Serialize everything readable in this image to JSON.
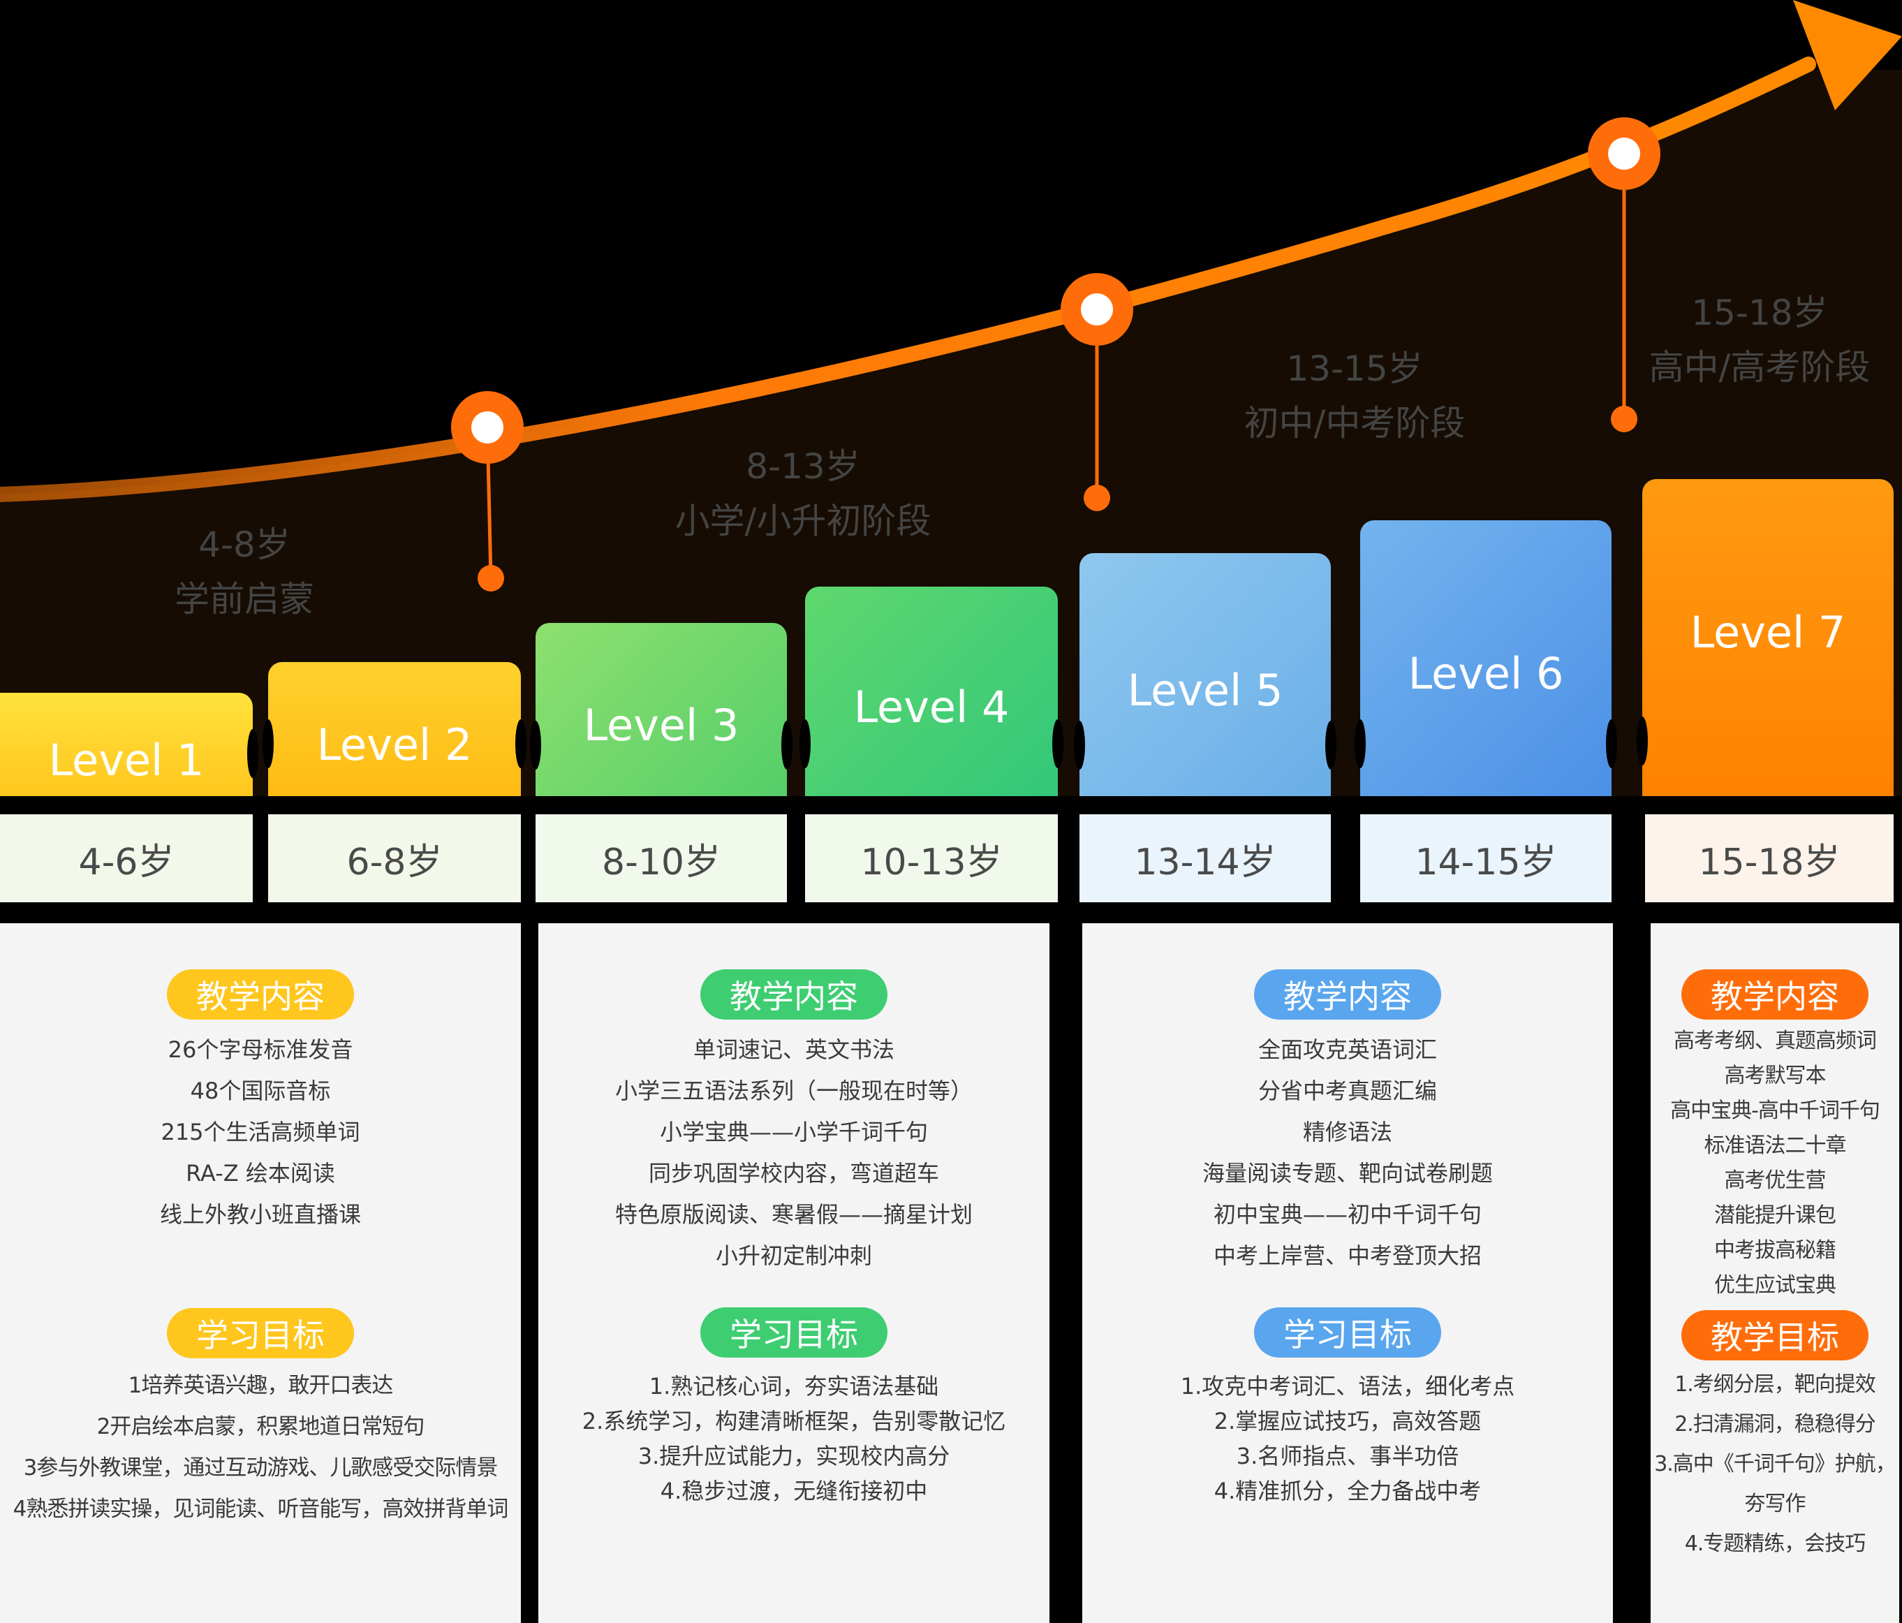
{
  "stages": [
    {
      "age": "4-8岁",
      "name": "学前启蒙"
    },
    {
      "age": "8-13岁",
      "name": "小学/小升初阶段"
    },
    {
      "age": "13-15岁",
      "name": "初中/中考阶段"
    },
    {
      "age": "15-18岁",
      "name": "高中/高考阶段"
    }
  ],
  "levels": [
    {
      "label": "Level 1",
      "age": "4-6岁"
    },
    {
      "label": "Level 2",
      "age": "6-8岁"
    },
    {
      "label": "Level 3",
      "age": "8-10岁"
    },
    {
      "label": "Level 4",
      "age": "10-13岁"
    },
    {
      "label": "Level 5",
      "age": "13-14岁"
    },
    {
      "label": "Level 6",
      "age": "14-15岁"
    },
    {
      "label": "Level 7",
      "age": "15-18岁"
    }
  ],
  "cards": [
    {
      "content_title": "教学内容",
      "content": [
        "26个字母标准发音",
        "48个国际音标",
        "215个生活高频单词",
        "RA-Z 绘本阅读",
        "线上外教小班直播课"
      ],
      "goal_title": "学习目标",
      "goals": [
        "1培养英语兴趣，敢开口表达",
        "2开启绘本启蒙，积累地道日常短句",
        "3参与外教课堂，通过互动游戏、儿歌感受交际情景",
        "4熟悉拼读实操，见词能读、听音能写，高效拼背单词"
      ]
    },
    {
      "content_title": "教学内容",
      "content": [
        "单词速记、英文书法",
        "小学三五语法系列（一般现在时等）",
        "小学宝典——小学千词千句",
        "同步巩固学校内容，弯道超车",
        "特色原版阅读、寒暑假——摘星计划",
        "小升初定制冲刺"
      ],
      "goal_title": "学习目标",
      "goals": [
        "1.熟记核心词，夯实语法基础",
        "2.系统学习，构建清晰框架，告别零散记忆",
        "3.提升应试能力，实现校内高分",
        "4.稳步过渡，无缝衔接初中"
      ]
    },
    {
      "content_title": "教学内容",
      "content": [
        "全面攻克英语词汇",
        "分省中考真题汇编",
        "精修语法",
        "海量阅读专题、靶向试卷刷题",
        "初中宝典——初中千词千句",
        "中考上岸营、中考登顶大招"
      ],
      "goal_title": "学习目标",
      "goals": [
        "1.攻克中考词汇、语法，细化考点",
        "2.掌握应试技巧，高效答题",
        "3.名师指点、事半功倍",
        "4.精准抓分，全力备战中考"
      ]
    },
    {
      "content_title": "教学内容",
      "content": [
        "高考考纲、真题高频词",
        "高考默写本",
        "高中宝典-高中千词千句",
        "标准语法二十章",
        "高考优生营",
        "潜能提升课包",
        "中考拔高秘籍",
        "优生应试宝典"
      ],
      "goal_title": "教学目标",
      "goals": [
        "1.考纲分层，靶向提效",
        "2.扫清漏洞，稳稳得分",
        "3.高中《千词千句》护航，",
        "夯写作",
        "4.专题精练，会技巧"
      ]
    }
  ],
  "colors": {
    "accent": "#ff6d0a",
    "yellow": "#ffc61e",
    "green": "#4fce6a",
    "blue": "#6aaee8",
    "orange": "#ff8a00"
  }
}
